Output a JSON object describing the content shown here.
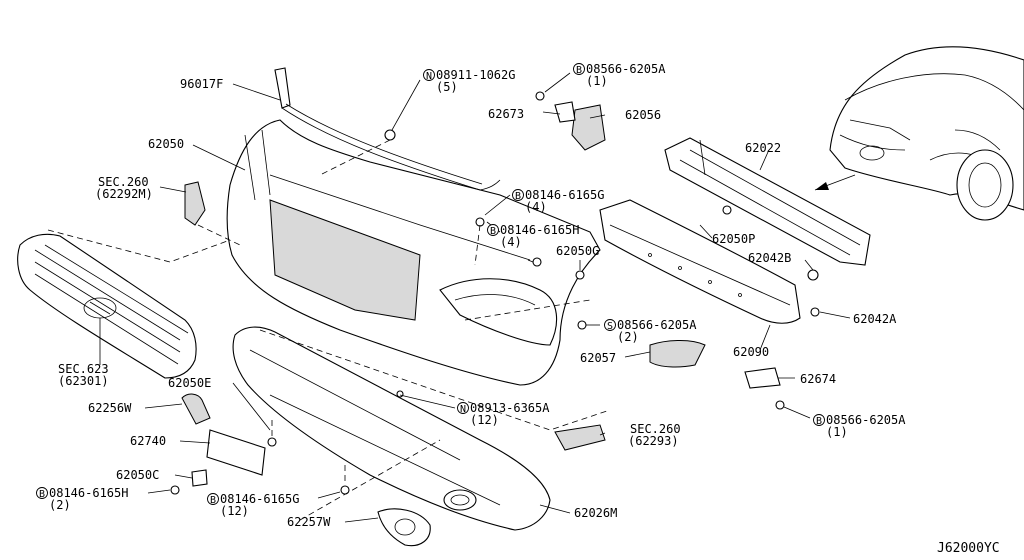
{
  "diagram_code": "J62000YC",
  "labels": {
    "l96017F": "96017F",
    "l08911": "08911-1062G",
    "l08911_qty": "(5)",
    "l08566a": "08566-6205A",
    "l08566a_qty": "(1)",
    "l62673": "62673",
    "l62056": "62056",
    "l62050": "62050",
    "lsec260a": "SEC.260",
    "lsec260a_ref": "(62292M)",
    "l08146a": "08146-6165G",
    "l08146a_qty": "(4)",
    "l08146b": "08146-6165H",
    "l08146b_qty": "(4)",
    "l62022": "62022",
    "l62050P": "62050P",
    "l62050G": "62050G",
    "l62042B": "62042B",
    "l62042A": "62042A",
    "l08566b": "08566-6205A",
    "l08566b_qty": "(2)",
    "l62090": "62090",
    "l62057": "62057",
    "lsec623": "SEC.623",
    "lsec623_ref": "(62301)",
    "l62050E": "62050E",
    "l62674": "62674",
    "l62256W": "62256W",
    "l08913": "08913-6365A",
    "l08913_qty": "(12)",
    "l08566c": "08566-6205A",
    "l08566c_qty": "(1)",
    "l62740": "62740",
    "lsec260b": "SEC.260",
    "lsec260b_ref": "(62293)",
    "l62050C": "62050C",
    "l08146c": "08146-6165H",
    "l08146c_qty": "(2)",
    "l08146d": "08146-6165G",
    "l08146d_qty": "(12)",
    "l62257W": "62257W",
    "l62026M": "62026M"
  },
  "symbols": {
    "N": "N",
    "B": "B",
    "S": "S"
  }
}
